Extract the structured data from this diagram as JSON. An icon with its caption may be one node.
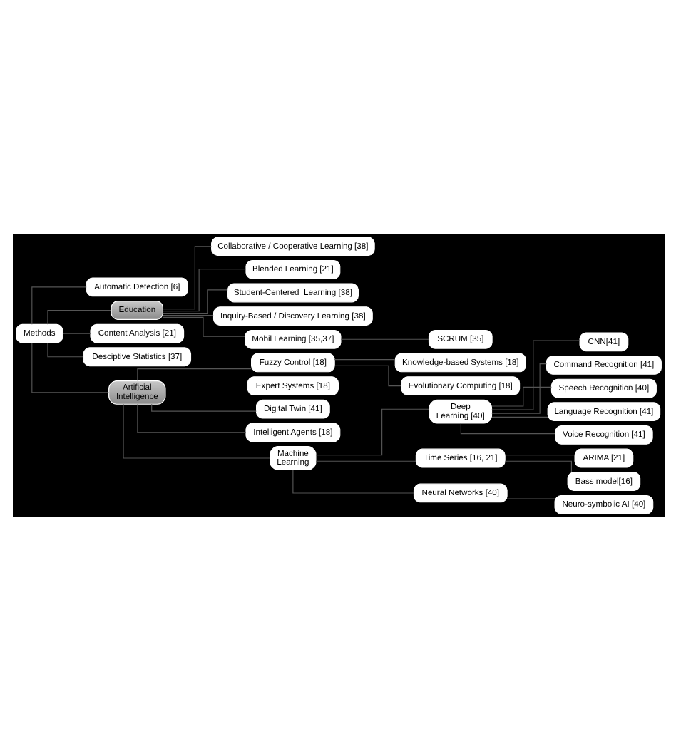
{
  "diagram": {
    "nodes": [
      {
        "text": [
          "Automatic Detection [6]"
        ]
      },
      {
        "text": [
          "Collaborative / Cooperative Learning [38]"
        ]
      },
      {
        "text": [
          "Blended Learning [21]"
        ]
      },
      {
        "text": [
          "Education"
        ]
      },
      {
        "text": [
          "Student-Centered  Learning [38]"
        ]
      },
      {
        "text": [
          "Inquiry-Based / Discovery Learning [38]"
        ]
      },
      {
        "text": [
          "Mobil Learning [35,37]"
        ]
      },
      {
        "text": [
          "SCRUM [35]"
        ]
      },
      {
        "text": [
          "Methods"
        ]
      },
      {
        "text": [
          "Content Analysis [21]"
        ]
      },
      {
        "text": [
          "Desciptive Statistics [37]"
        ]
      },
      {
        "text": [
          "Knowledge-based Systems [18]"
        ]
      },
      {
        "text": [
          "Fuzzy Control [18]"
        ]
      },
      {
        "text": [
          "Evolutionary Computing [18]"
        ]
      },
      {
        "text": [
          "Expert Systems [18]"
        ]
      },
      {
        "text": [
          "Digital Twin [41]"
        ]
      },
      {
        "text": [
          "Intelligent Agents [18]"
        ]
      },
      {
        "text": [
          "Artificial Intelligence"
        ]
      },
      {
        "text": [
          "CNN[41]"
        ]
      },
      {
        "text": [
          "Command Recognition [41]"
        ]
      },
      {
        "text": [
          "Deep Learning [40]"
        ]
      },
      {
        "text": [
          "Speech Recognition [40]"
        ]
      },
      {
        "text": [
          "Language Recognition [41]"
        ]
      },
      {
        "text": [
          "Voice Recognition [41]"
        ]
      },
      {
        "text": [
          "Machine Learning"
        ]
      },
      {
        "text": [
          "ARIMA [21]"
        ]
      },
      {
        "text": [
          "Time Series [16, 21]"
        ]
      },
      {
        "text": [
          "Bass model[16]"
        ]
      },
      {
        "text": [
          "Neural Networks [40]"
        ]
      },
      {
        "text": [
          "Neuro-symbolic AI [40]"
        ]
      }
    ],
    "edges": [
      {
        "from": 8,
        "to": 0,
        "arrow": "none"
      },
      {
        "from": 8,
        "to": 3,
        "arrow": "none"
      },
      {
        "from": 3,
        "to": 1,
        "arrow": "none"
      },
      {
        "from": 3,
        "to": 2,
        "arrow": "none"
      },
      {
        "from": 3,
        "to": 4,
        "arrow": "none"
      },
      {
        "from": 3,
        "to": 5,
        "arrow": "none"
      },
      {
        "from": 3,
        "to": 6,
        "arrow": "none"
      },
      {
        "from": 6,
        "to": 7,
        "arrow": "none"
      },
      {
        "from": 8,
        "to": 9,
        "arrow": "none"
      },
      {
        "from": 8,
        "to": 10,
        "arrow": "none"
      },
      {
        "from": 8,
        "to": 17,
        "arrow": "none"
      },
      {
        "from": 17,
        "to": 12,
        "arrow": "none"
      },
      {
        "from": 12,
        "to": 11,
        "arrow": "none"
      },
      {
        "from": 12,
        "to": 13,
        "arrow": "none"
      },
      {
        "from": 17,
        "to": 14,
        "arrow": "none"
      },
      {
        "from": 17,
        "to": 15,
        "arrow": "none"
      },
      {
        "from": 17,
        "to": 16,
        "arrow": "none"
      },
      {
        "from": 17,
        "to": 24,
        "arrow": "none"
      },
      {
        "from": 24,
        "to": 20,
        "arrow": "none"
      },
      {
        "from": 20,
        "to": 18,
        "arrow": "none"
      },
      {
        "from": 20,
        "to": 19,
        "arrow": "none"
      },
      {
        "from": 20,
        "to": 21,
        "arrow": "none"
      },
      {
        "from": 20,
        "to": 22,
        "arrow": "none"
      },
      {
        "from": 20,
        "to": 23,
        "arrow": "none"
      },
      {
        "from": 24,
        "to": 26,
        "arrow": "none"
      },
      {
        "from": 26,
        "to": 25,
        "arrow": "none"
      },
      {
        "from": 26,
        "to": 27,
        "arrow": "none"
      },
      {
        "from": 24,
        "to": 28,
        "arrow": "none"
      },
      {
        "from": 28,
        "to": 29,
        "arrow": "none"
      }
    ]
  }
}
